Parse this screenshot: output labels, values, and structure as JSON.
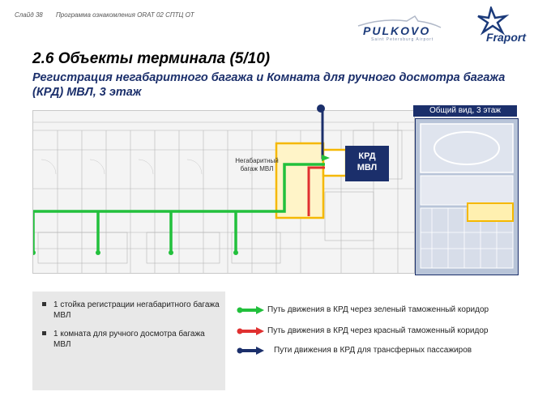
{
  "header": {
    "slide": "Слайд 38",
    "program": "Программа ознакомления ORAT 02 СПТЦ ОТ",
    "logo1": "PULKOVO",
    "logo1_sub": "Saint Petersburg Airport",
    "logo2": "Fraport"
  },
  "title": "2.6 Объекты терминала (5/10)",
  "subtitle": "Регистрация негабаритного багажа и Комната для ручного досмотра багажа (КРД) МВЛ, 3 этаж",
  "plan": {
    "oversize_label": "Негабаритный багаж МВЛ",
    "krd_line1": "КРД",
    "krd_line2": "МВЛ"
  },
  "overview": {
    "label": "Общий вид, 3 этаж"
  },
  "bullets": [
    "1 стойка регистрации негабаритного багажа МВЛ",
    "1 комната для ручного досмотра багажа МВЛ"
  ],
  "legend": {
    "green": "Путь движения в КРД через зеленый таможенный коридор",
    "red": "Путь движения в КРД через красный таможенный коридор",
    "blue": "Пути движения в КРД для трансферных пассажиров"
  },
  "colors": {
    "green": "#22c03c",
    "red": "#e03030",
    "blue": "#1b2f6b",
    "highlight": "#f5b800",
    "navy": "#1b2f6b"
  }
}
